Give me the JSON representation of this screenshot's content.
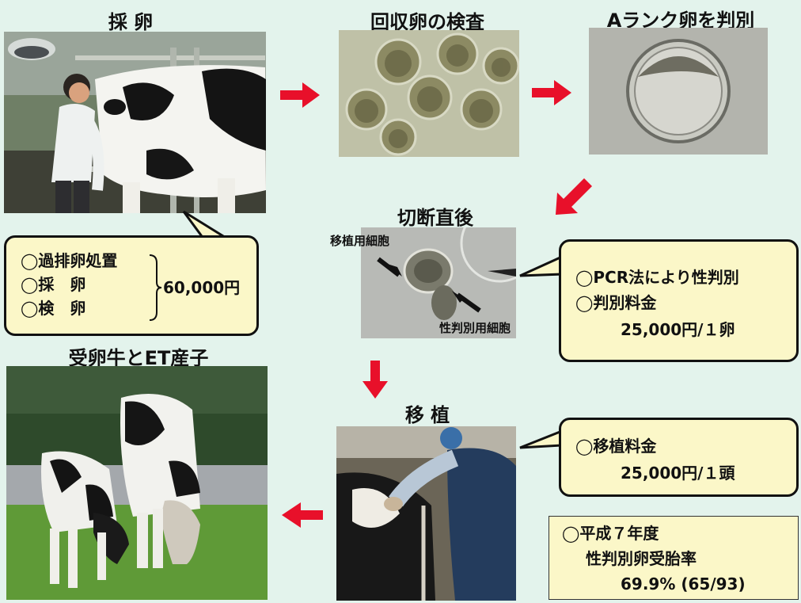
{
  "titles": {
    "collection": "採 卵",
    "inspection": "回収卵の検査",
    "a_rank": "Aランク卵を判別",
    "after_cut": "切断直後",
    "recipient": "受卵牛とET産子",
    "transfer": "移 植"
  },
  "cut_labels": {
    "transplant_cells": "移植用細胞",
    "sexing_cells": "性判別用細胞"
  },
  "box_collection": {
    "items": [
      "◯過排卵処置",
      "◯採　卵",
      "◯検　卵"
    ],
    "price": "60,000円"
  },
  "box_pcr": {
    "line1": "◯PCR法により性判別",
    "line2": "◯判別料金",
    "line3": "25,000円/１卵"
  },
  "box_transfer": {
    "line1": "◯移植料金",
    "line2": "25,000円/１頭"
  },
  "box_rate": {
    "line1": "◯平成７年度",
    "line2": "性判別卵受胎率",
    "line3": "69.9% (65/93)"
  },
  "colors": {
    "background": "#e3f3ec",
    "arrow": "#e8102a",
    "callout_fill": "#fbf7c8"
  }
}
